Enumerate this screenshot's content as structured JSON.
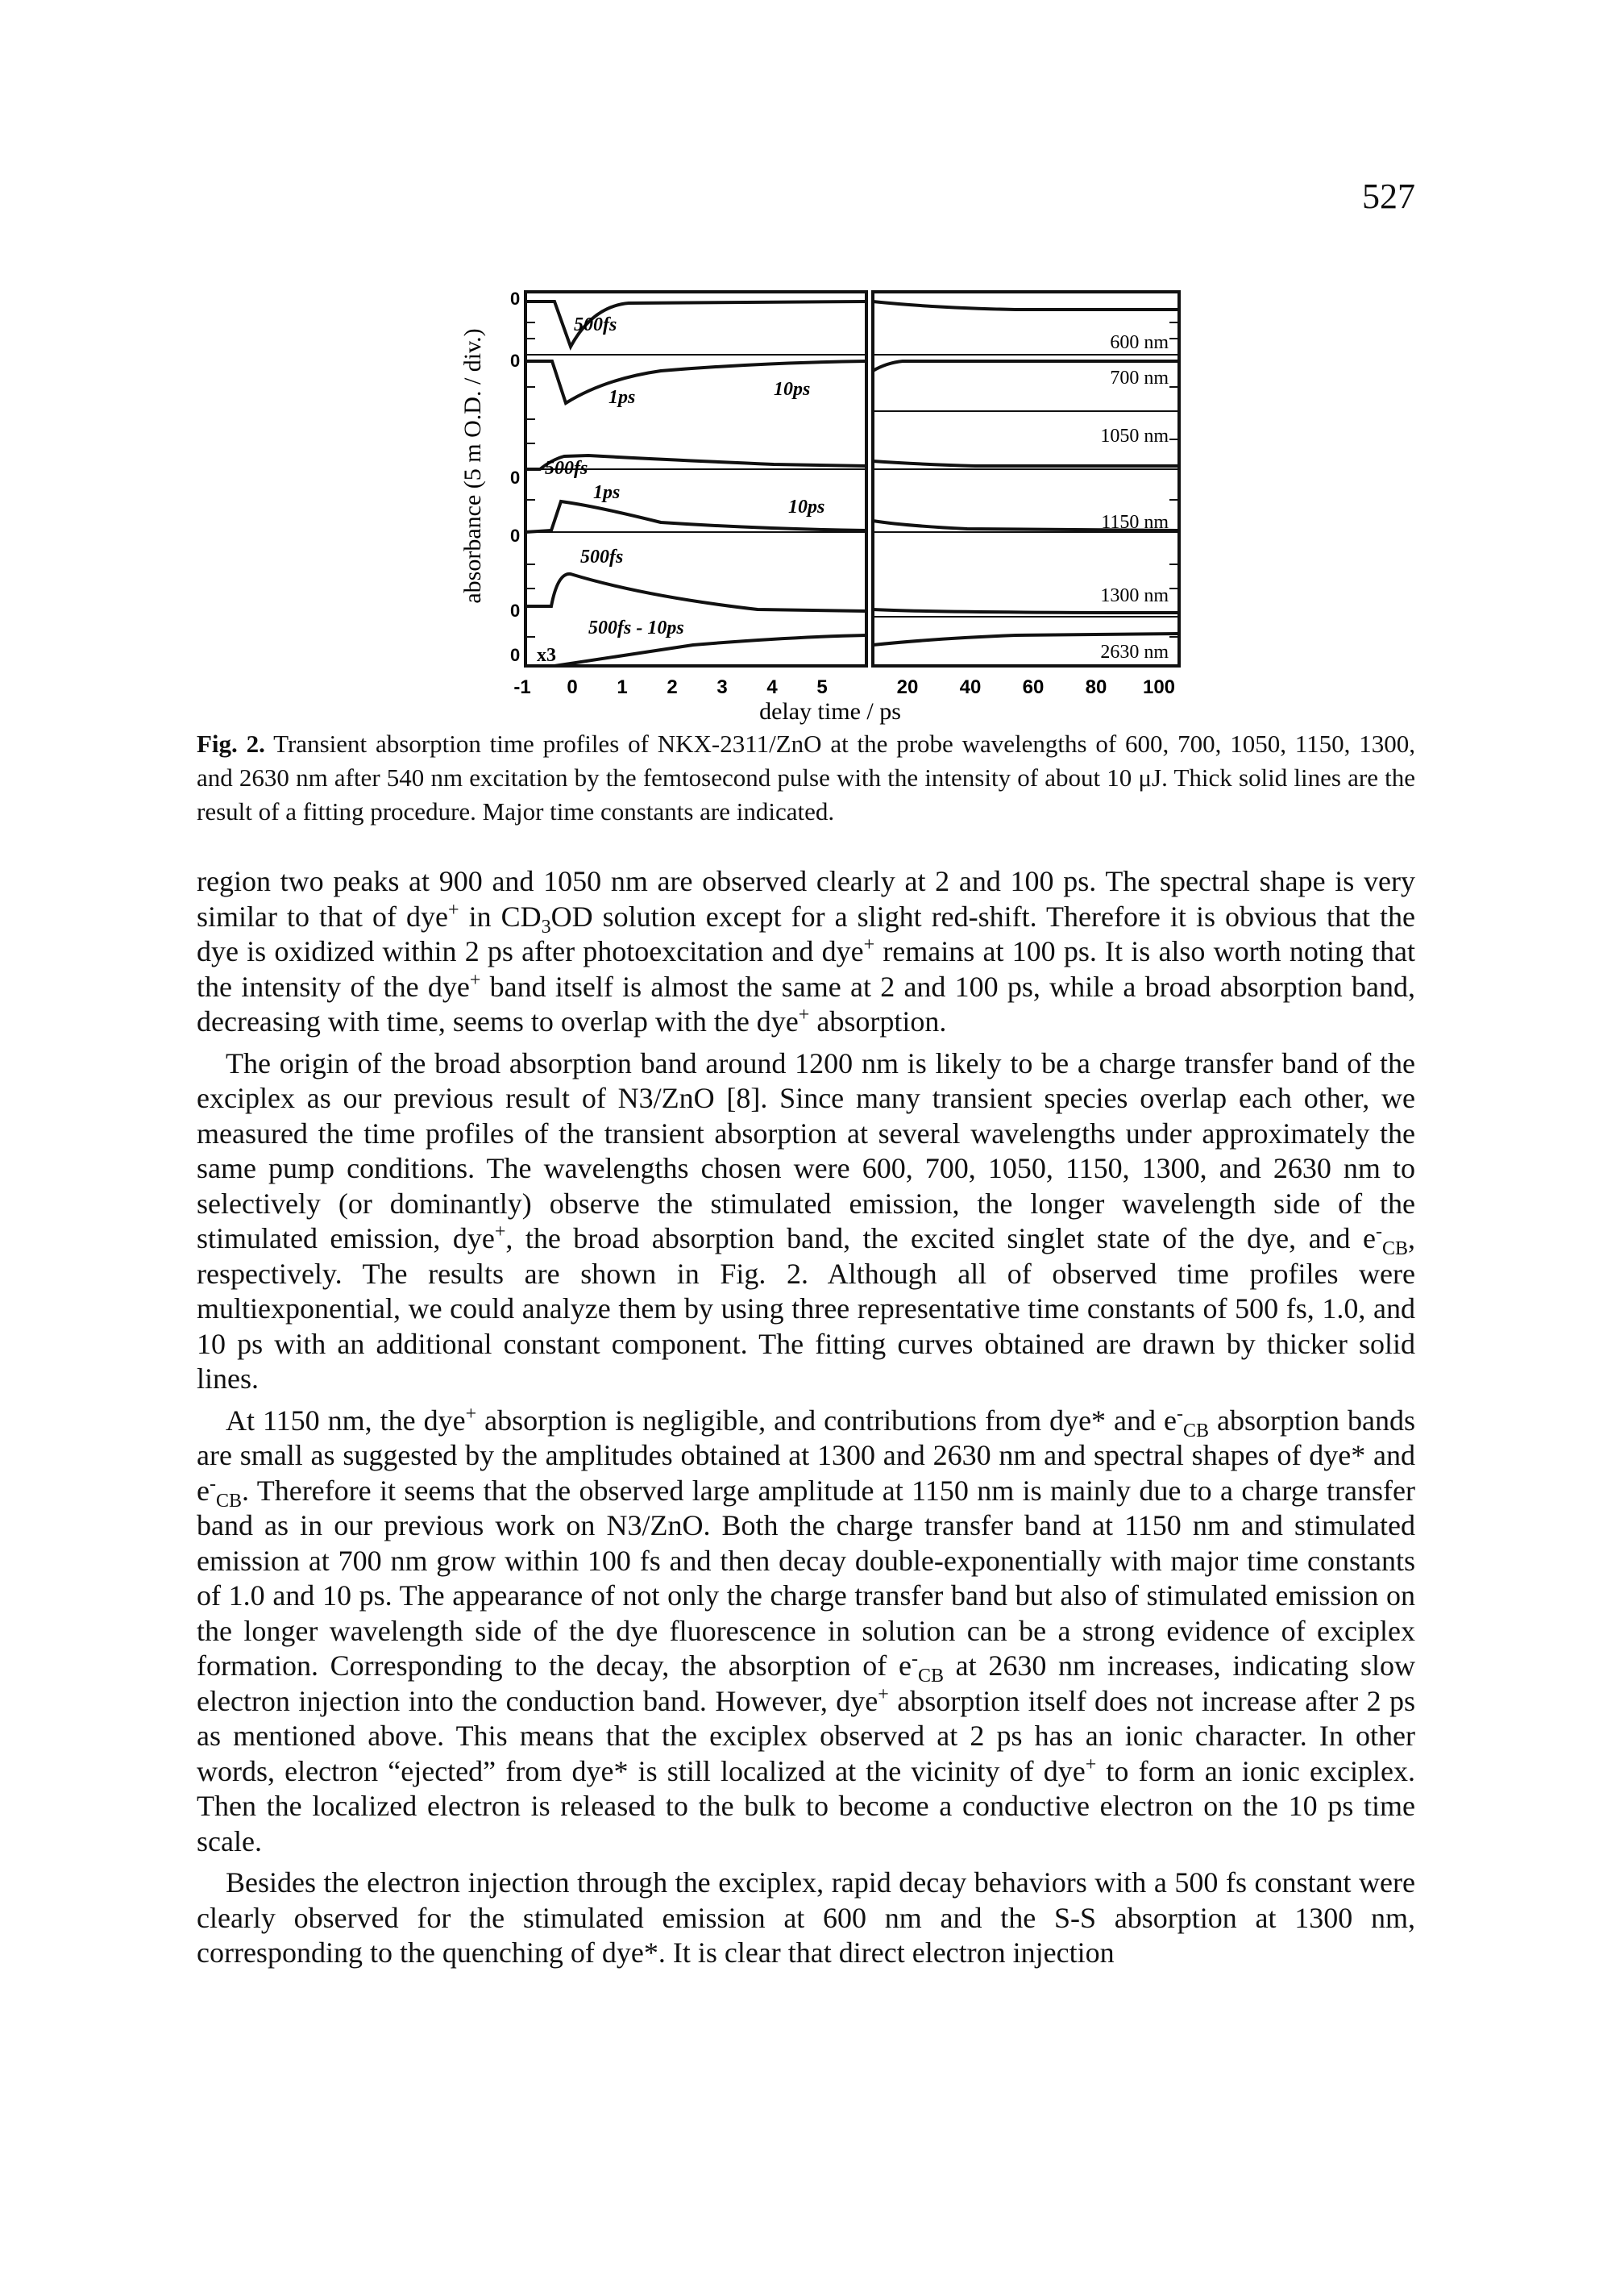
{
  "page_number": "527",
  "figure": {
    "y_axis_label": "absorbance (5 m O.D. / div.)",
    "x_axis_label": "delay time / ps",
    "x_ticks_left": [
      "-1",
      "0",
      "1",
      "2",
      "3",
      "4",
      "5"
    ],
    "x_ticks_right": [
      "20",
      "40",
      "60",
      "80",
      "100"
    ],
    "zero_labels": [
      "0",
      "0",
      "0",
      "0",
      "0",
      "0"
    ],
    "left_annotations": [
      "500fs",
      "1ps",
      "10ps",
      "500fs",
      "1ps",
      "10ps",
      "500fs",
      "500fs - 10ps",
      "x3"
    ],
    "wavelength_labels": [
      "600 nm",
      "700 nm",
      "1050 nm",
      "1150 nm",
      "1300 nm",
      "2630 nm"
    ]
  },
  "caption": {
    "label": "Fig. 2.",
    "text": "Transient absorption time profiles of NKX-2311/ZnO at the probe wavelengths of 600, 700, 1050, 1150, 1300, and 2630 nm after 540 nm excitation by the femtosecond pulse with the intensity of about 10 μJ. Thick solid lines are the result of a fitting procedure. Major time constants are indicated."
  },
  "body": {
    "p1": [
      "region two peaks at 900 and 1050 nm are observed clearly at 2 and 100 ps. The spectral shape is very similar to that of dye",
      "+",
      " in CD",
      "3",
      "OD solution except for a slight red-shift. Therefore it is obvious that the dye is oxidized within 2 ps after photoexcitation and dye",
      "+",
      " remains at 100 ps. It is also worth noting that the intensity of the dye",
      "+",
      " band itself is almost the same at 2 and 100 ps, while a broad absorption band, decreasing with time, seems to overlap with the dye",
      "+",
      " absorption."
    ],
    "p2": [
      "The origin of the broad absorption band around 1200 nm is likely to be a charge transfer band of the exciplex as our previous result of N3/ZnO [8]. Since many transient species overlap each other, we measured the time profiles of the transient absorption at several wavelengths under approximately the same pump conditions. The wavelengths chosen were 600, 700, 1050, 1150, 1300, and 2630 nm to selectively (or dominantly) observe the stimulated emission, the longer wavelength side of the stimulated emission, dye",
      "+",
      ", the broad absorption band, the excited singlet state of the dye, and e",
      "-",
      "CB",
      ", respectively. The results are shown in Fig. 2. Although all of observed time profiles were multiexponential, we could analyze them by using three representative time constants of 500 fs, 1.0, and 10 ps with an additional constant component. The fitting curves obtained are drawn by thicker solid lines."
    ],
    "p3": [
      "At 1150 nm, the dye",
      "+",
      " absorption is negligible, and contributions from dye* and e",
      "-",
      "CB",
      " absorption bands are small as suggested by the amplitudes obtained at 1300 and 2630 nm and spectral shapes of dye* and e",
      "-",
      "CB",
      ". Therefore it seems that the observed large amplitude at 1150 nm is mainly due to a charge transfer band as in our previous work on N3/ZnO. Both the charge transfer band at 1150 nm and stimulated emission at 700 nm grow within 100 fs and then decay double-exponentially with major time constants of 1.0 and 10 ps. The appearance of not only the charge transfer band but also of stimulated emission on the longer wavelength side of the dye fluorescence in solution can be a strong evidence of exciplex formation. Corresponding to the decay, the absorption of e",
      "-",
      "CB",
      " at 2630 nm increases, indicating slow electron injection into the conduction band. However, dye",
      "+",
      " absorption itself does not increase after 2 ps as mentioned above. This means that the exciplex observed at 2 ps has an ionic character. In other words, electron “ejected” from dye* is still localized at the vicinity of dye",
      "+",
      " to form an ionic exciplex. Then the localized electron is released to the bulk to become a conductive electron on the 10 ps time scale."
    ],
    "p4": "Besides the electron injection through the exciplex, rapid decay behaviors with a 500 fs constant were clearly observed for the stimulated emission at 600 nm and the S-S absorption at 1300 nm, corresponding to the quenching of dye*. It is clear that direct electron injection"
  }
}
